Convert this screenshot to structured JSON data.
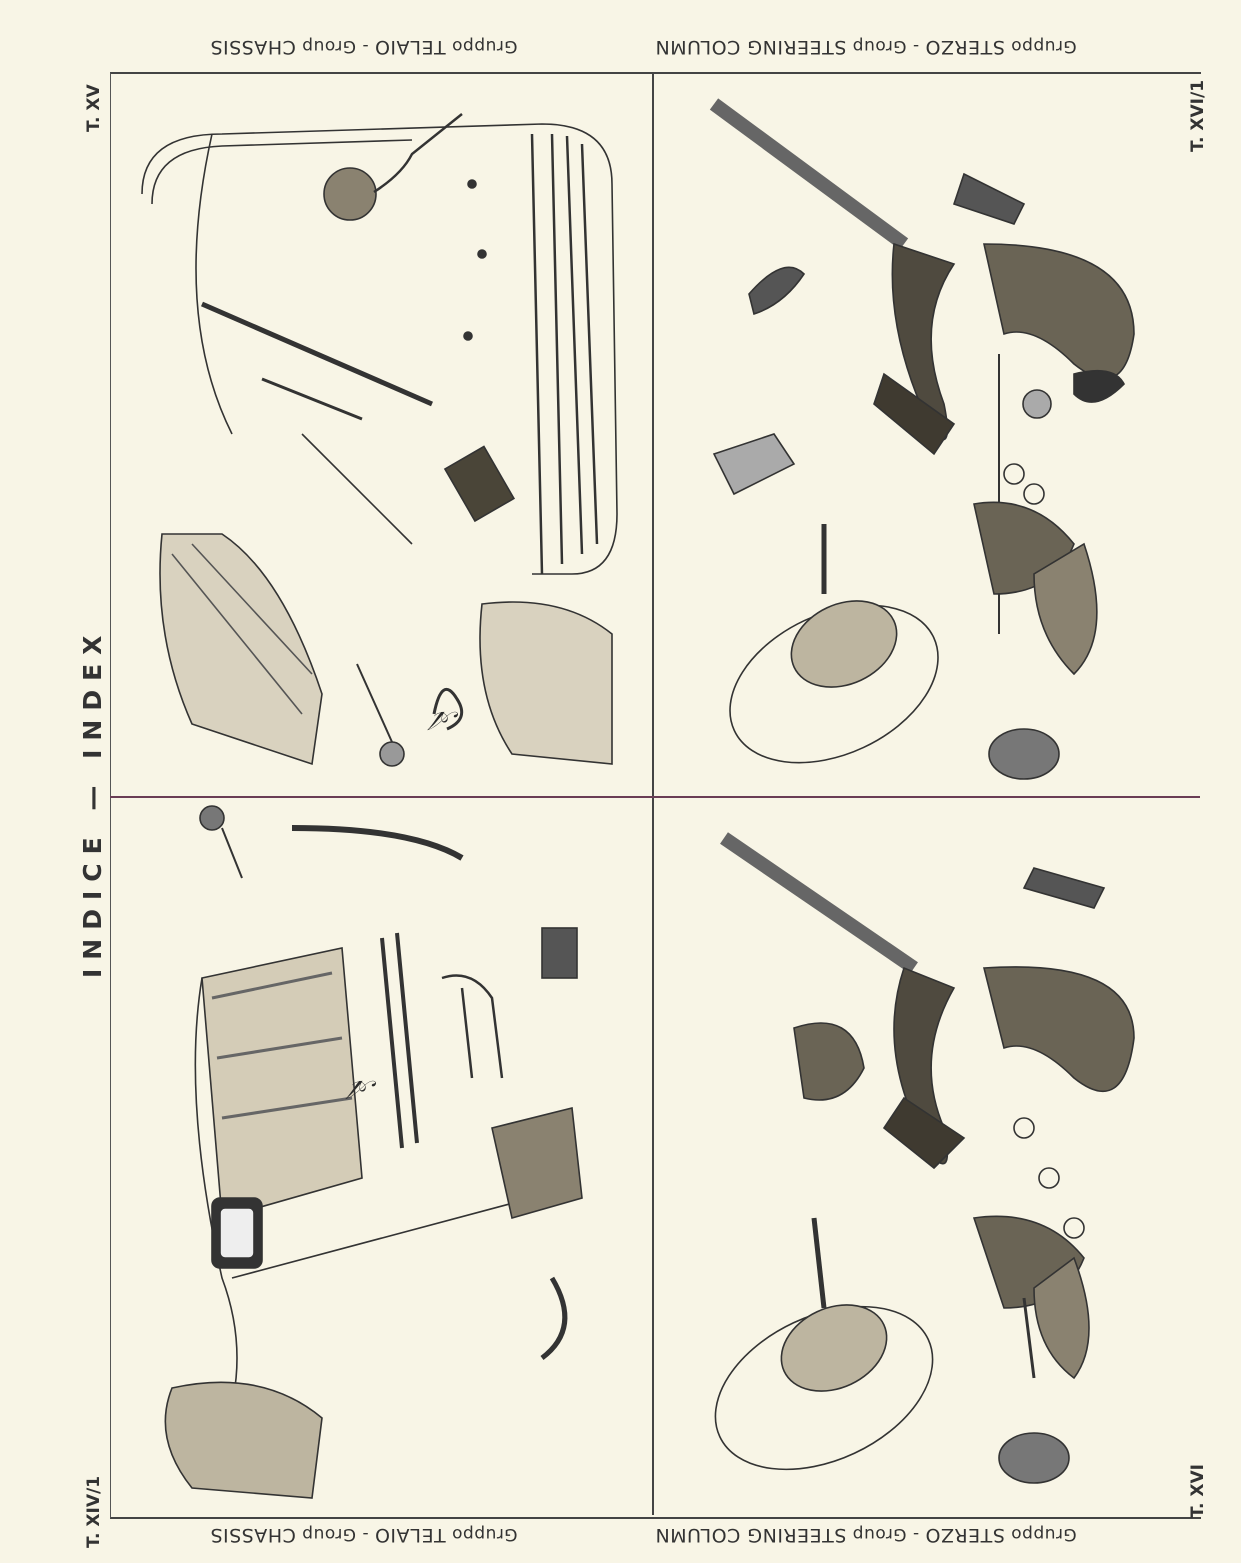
{
  "page": {
    "title": "INDICE — INDEX",
    "headers": {
      "top_left": {
        "gruppo": "Gruppo",
        "it": "TELAIO",
        "sep": "-",
        "group": "Group",
        "en": "CHASSIS"
      },
      "top_right": {
        "gruppo": "Gruppo",
        "it": "STERZO",
        "sep": "-",
        "group": "Group",
        "en": "STEERING COLUMN"
      },
      "bottom_left": {
        "gruppo": "Gruppo",
        "it": "TELAIO",
        "sep": "-",
        "group": "Group",
        "en": "CHASSIS"
      },
      "bottom_right": {
        "gruppo": "Gruppo",
        "it": "STERZO",
        "sep": "-",
        "group": "Group",
        "en": "STEERING COLUMN"
      }
    },
    "table_labels": {
      "top_left": "T. XV",
      "top_right": "T. XVI/1",
      "bottom_left": "T. XIV/1",
      "bottom_right": "T. XVI"
    },
    "logo_text": "Ape"
  }
}
